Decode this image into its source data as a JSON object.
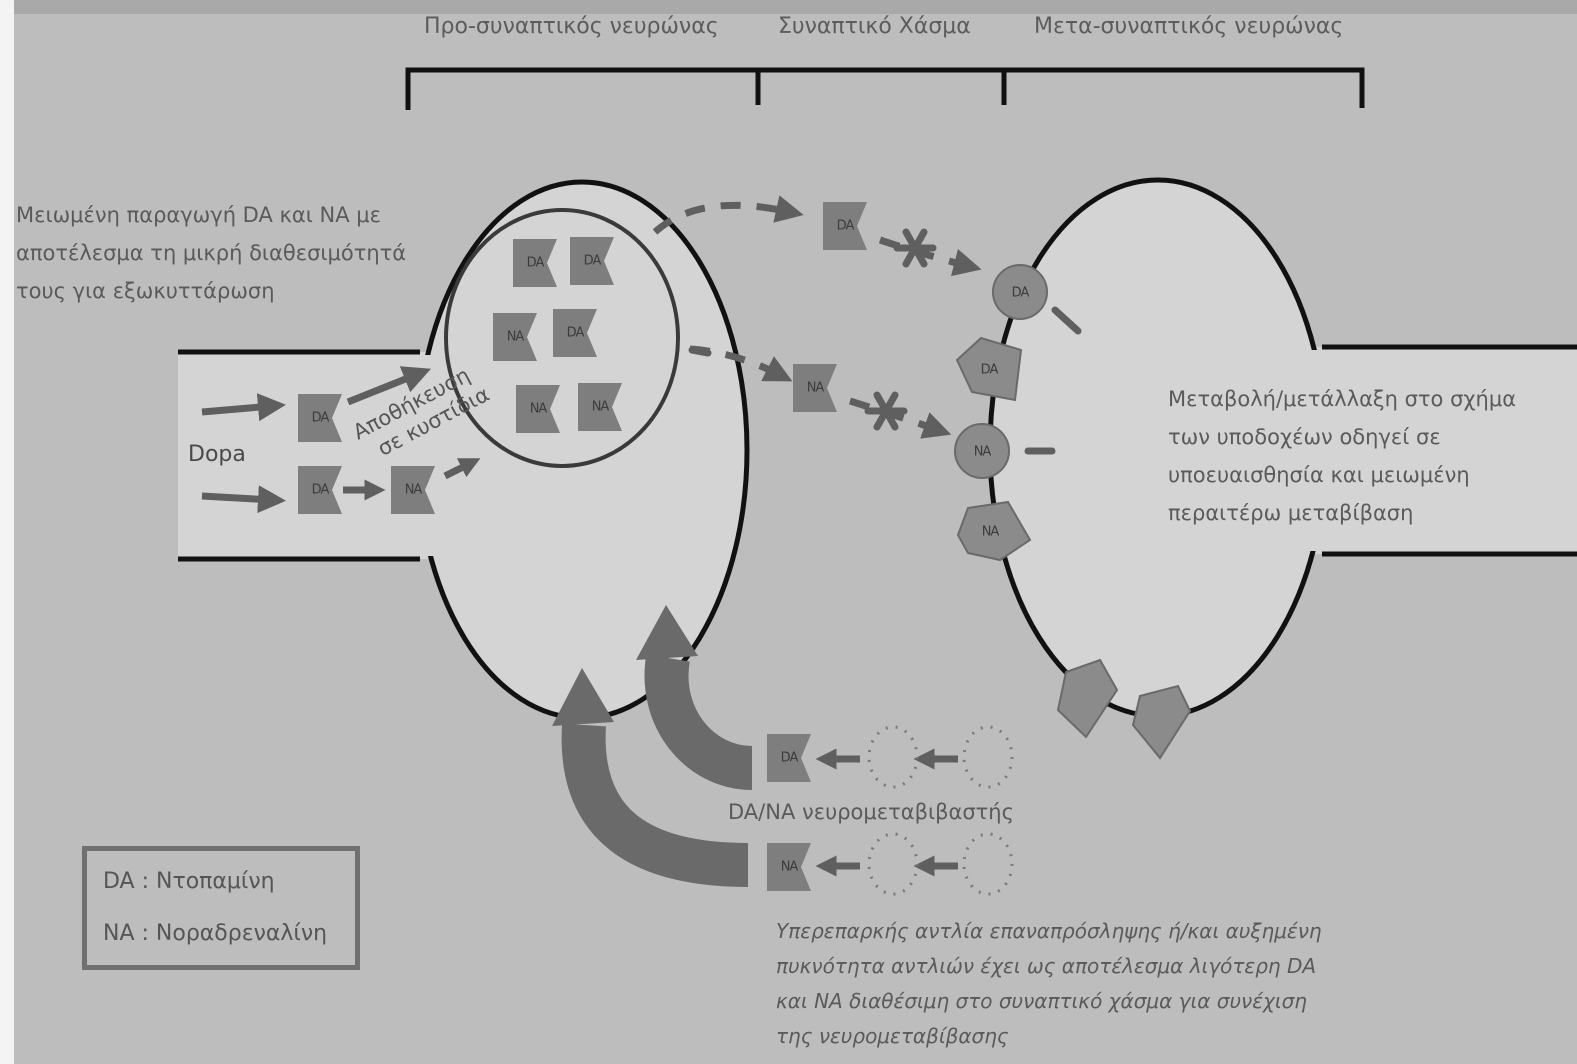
{
  "headers": {
    "pre": "Προ-συναπτικός νευρώνας",
    "cleft": "Συναπτικό Χάσμα",
    "post": "Μετα-συναπτικός νευρώνας"
  },
  "notes": {
    "production": [
      "Μειωμένη παραγωγή DA και NA με",
      "αποτέλεσμα τη μικρή διαθεσιμότητά",
      "τους για εξωκυττάρωση"
    ],
    "dopa": "Dopa",
    "storage": [
      "Αποθήκευση",
      "σε κυστίδια"
    ],
    "receptors": [
      "Μεταβολή/μετάλλαξη στο σχήμα",
      "των υποδοχέων οδηγεί σε",
      "υποευαισθησία και μειωμένη",
      "περαιτέρω μεταβίβαση"
    ],
    "transporter": "DA/NA νευρομεταβιβαστής",
    "reuptake": [
      "Υπερεπαρκής αντλία επαναπρόσληψης ή/και αυξημένη",
      "πυκνότητα αντλιών έχει ως αποτέλεσμα λιγότερη DA",
      "και NA διαθέσιμη στο συναπτικό χάσμα για συνέχιση",
      "της νευρομεταβίβασης"
    ]
  },
  "molecules": {
    "da": "DA",
    "na": "NA",
    "receptor_sign": "–"
  },
  "legend": {
    "da": "DA : Ντοπαμίνη",
    "na": "NA : Νοραδρεναλίνη"
  },
  "colors": {
    "background": "#bdbdbd",
    "neuron_fill": "#d4d4d4",
    "outline": "#111111",
    "molecule": "#7e7e7e",
    "arrow": "#5f5f5f",
    "big_arrow": "#6a6a6a"
  }
}
